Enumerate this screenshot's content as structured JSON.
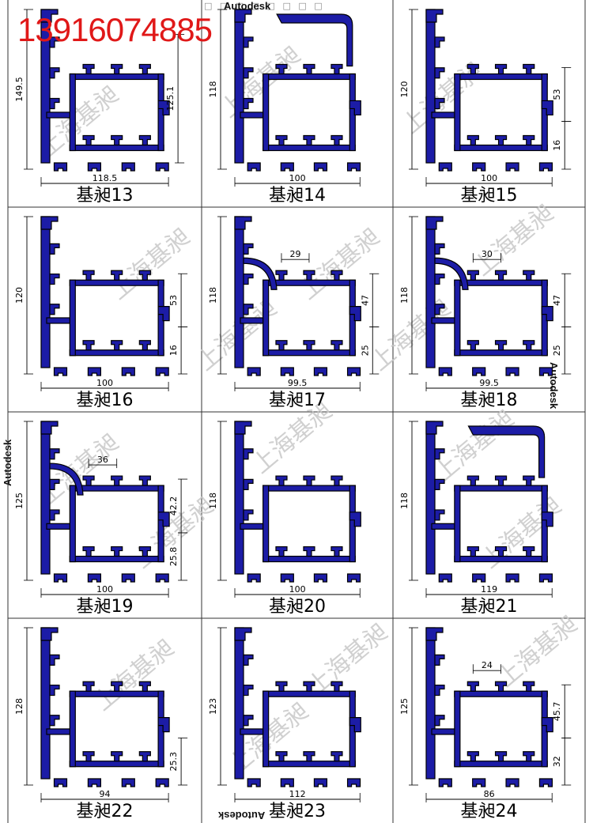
{
  "header": {
    "phone": "13916074885",
    "software_mark": "Autodesk"
  },
  "watermark": "上海基昶",
  "profiles": [
    {
      "label": "基昶13",
      "dims": [
        "149.5",
        "125.1",
        "118.5"
      ]
    },
    {
      "label": "基昶14",
      "dims": [
        "118",
        "100"
      ]
    },
    {
      "label": "基昶15",
      "dims": [
        "120",
        "53",
        "16",
        "100"
      ]
    },
    {
      "label": "基昶16",
      "dims": [
        "120",
        "53",
        "16",
        "100"
      ]
    },
    {
      "label": "基昶17",
      "dims": [
        "118",
        "29",
        "47",
        "25",
        "99.5"
      ]
    },
    {
      "label": "基昶18",
      "dims": [
        "118",
        "30",
        "47",
        "25",
        "99.5"
      ]
    },
    {
      "label": "基昶19",
      "dims": [
        "125",
        "36",
        "42.2",
        "25.8",
        "100"
      ]
    },
    {
      "label": "基昶20",
      "dims": [
        "118",
        "100"
      ]
    },
    {
      "label": "基昶21",
      "dims": [
        "118",
        "119"
      ]
    },
    {
      "label": "基昶22",
      "dims": [
        "128",
        "25.3",
        "94"
      ]
    },
    {
      "label": "基昶23",
      "dims": [
        "123",
        "112"
      ]
    },
    {
      "label": "基昶24",
      "dims": [
        "125",
        "24",
        "45.7",
        "32",
        "86"
      ]
    }
  ],
  "colors": {
    "profile_fill": "#1c1ca6",
    "profile_stroke": "#000000",
    "grid_line": "#333333",
    "phone_text": "#e01818",
    "watermark": "#c8c8c8"
  }
}
